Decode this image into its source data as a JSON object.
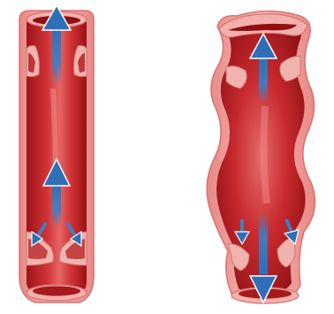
{
  "figure": {
    "panels": [
      {
        "vein_type": "healthy",
        "valves": "closed",
        "blood_flow": "upward",
        "arrow_color": "#3d7fc4"
      },
      {
        "vein_type": "varicose",
        "valves": "incompetent",
        "blood_flow": "downward",
        "arrow_color": "#3d7fc4"
      }
    ],
    "colors": {
      "vessel_wall": "#f2a2a0",
      "vessel_wall_edge": "#d86f6e",
      "blood_dark": "#a11518",
      "blood_mid": "#cc2b2f",
      "blood_light": "#e86a68",
      "valve": "#f0b3ad",
      "arrow": "#3d7fc4"
    }
  }
}
